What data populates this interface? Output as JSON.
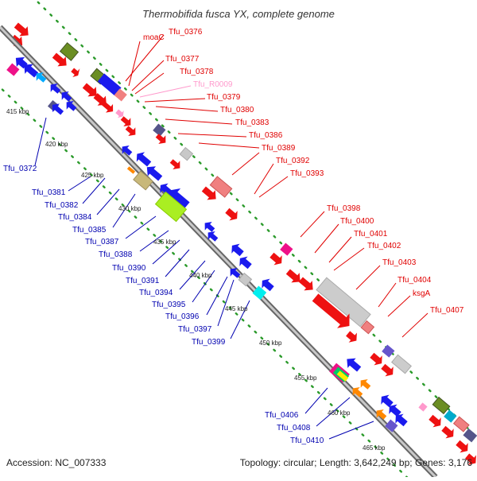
{
  "map": {
    "title": "Thermobifida fusca YX, complete genome",
    "accession": "Accession: NC_007333",
    "summary": "Topology: circular; Length: 3,642,249 bp; Genes: 3,176"
  },
  "scale": {
    "ticks": [
      "415 kbp",
      "420 kbp",
      "425 kbp",
      "430 kbp",
      "435 kbp",
      "440 kbp",
      "445 kbp",
      "450 kbp",
      "455 kbp",
      "460 kbp",
      "465 kbp"
    ]
  },
  "colors": {
    "forward_label": "#e00000",
    "reverse_label": "#0000b0",
    "rna_label": "#ff99cc",
    "backbone": "#999999",
    "dots": "#2a9a2a"
  },
  "labels": {
    "top": [
      "moaC",
      "Tfu_0376",
      "Tfu_0377",
      "Tfu_0378",
      "Tfu_R0009",
      "Tfu_0379",
      "Tfu_0380",
      "Tfu_0383",
      "Tfu_0386",
      "Tfu_0389",
      "Tfu_0392",
      "Tfu_0393",
      "Tfu_0398",
      "Tfu_0400",
      "Tfu_0401",
      "Tfu_0402",
      "Tfu_0403",
      "Tfu_0404",
      "ksgA",
      "Tfu_0407"
    ],
    "bottom": [
      "Tfu_0372",
      "Tfu_0381",
      "Tfu_0382",
      "Tfu_0384",
      "Tfu_0385",
      "Tfu_0387",
      "Tfu_0388",
      "Tfu_0390",
      "Tfu_0391",
      "Tfu_0394",
      "Tfu_0395",
      "Tfu_0396",
      "Tfu_0397",
      "Tfu_0399",
      "Tfu_0406",
      "Tfu_0408",
      "Tfu_0410"
    ]
  }
}
